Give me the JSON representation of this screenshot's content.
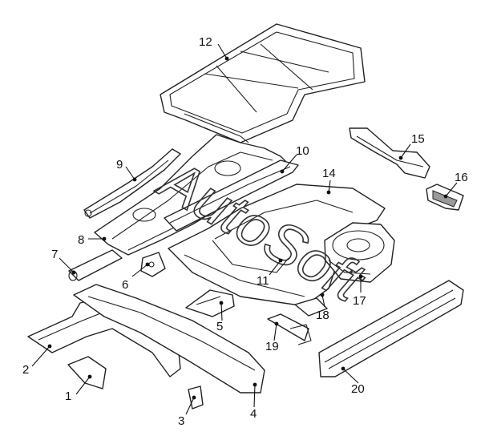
{
  "watermark": "AutoSoft",
  "callouts": [
    "1",
    "2",
    "3",
    "4",
    "5",
    "6",
    "7",
    "8",
    "9",
    "10",
    "11",
    "12",
    "14",
    "15",
    "16",
    "17",
    "18",
    "19",
    "20"
  ]
}
